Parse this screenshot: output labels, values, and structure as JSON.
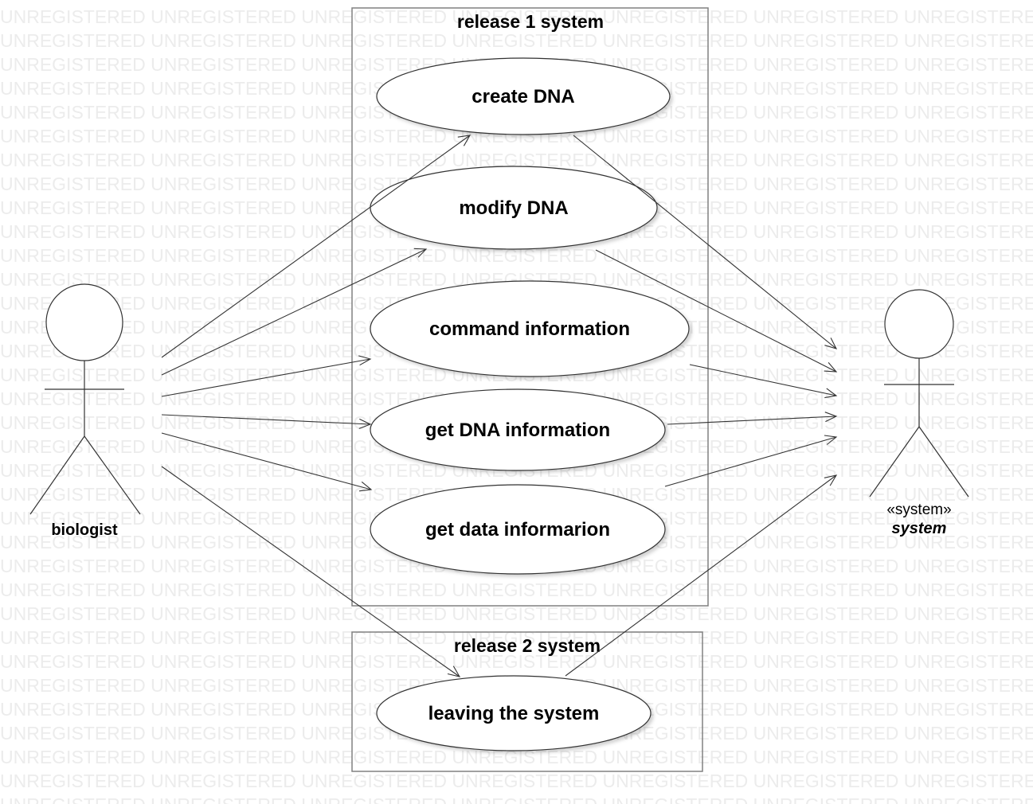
{
  "watermark_text": "UNREGISTERED",
  "boundaries": {
    "release1_title": "release 1 system",
    "release2_title": "release 2 system"
  },
  "use_cases": {
    "create_dna": "create DNA",
    "modify_dna": "modify DNA",
    "command_information": "command information",
    "get_dna_information": "get DNA information",
    "get_data_informarion": "get data informarion",
    "leaving_the_system": "leaving the system"
  },
  "actors": {
    "biologist": {
      "name": "biologist"
    },
    "system": {
      "stereotype": "«system»",
      "name": "system"
    }
  },
  "colors": {
    "stroke": "#333333",
    "boundary_stroke": "#808080",
    "watermark": "#ececec"
  }
}
